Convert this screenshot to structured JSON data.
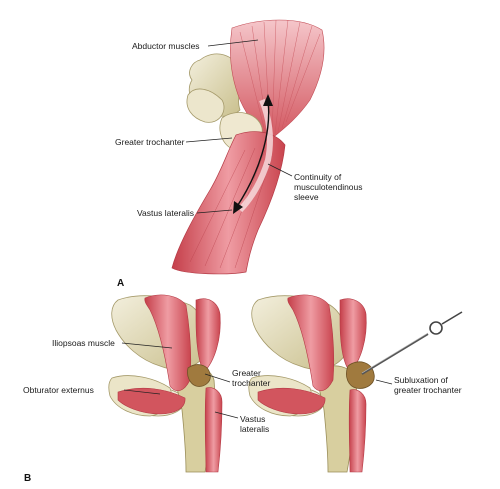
{
  "panel_a": {
    "letter": "A",
    "labels": {
      "abductor_muscles": "Abductor muscles",
      "greater_trochanter": "Greater trochanter",
      "continuity_line1": "Continuity of",
      "continuity_line2": "musculotendinous",
      "continuity_line3": "sleeve",
      "vastus_lateralis": "Vastus lateralis"
    }
  },
  "panel_b": {
    "letter": "B",
    "labels": {
      "iliopsoas_muscle": "Iliopsoas muscle",
      "obturator_externus": "Obturator externus",
      "greater_line1": "Greater",
      "greater_line2": "trochanter",
      "vastus_line1": "Vastus",
      "vastus_line2": "lateralis",
      "subluxation_line1": "Subluxation of",
      "subluxation_line2": "greater trochanter"
    }
  },
  "colors": {
    "muscle": "#d2555e",
    "muscle_light": "#ef9ca3",
    "bone": "#e8e2c8",
    "bone_shadow": "#b9b07e",
    "leader": "#222222"
  }
}
